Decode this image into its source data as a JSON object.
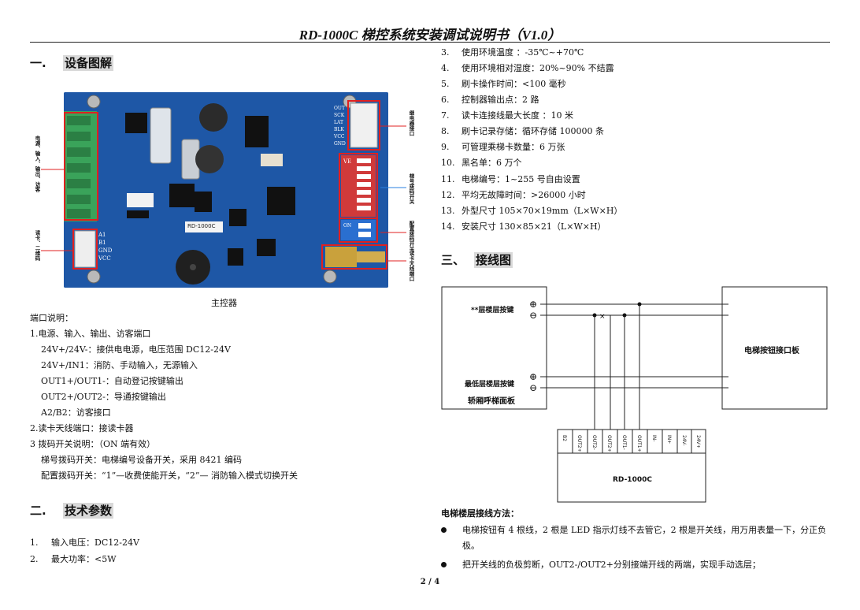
{
  "title": "RD-1000C 梯控系统安装调试说明书（V1.0）",
  "section1": {
    "num": "一.",
    "title": "设备图解"
  },
  "board": {
    "caption": "主控器",
    "left_label_top": "电源、输入、输出、访客",
    "left_label_bottom": "读卡、二维码",
    "right_label_1": "梯号拨码开关",
    "right_label_2": "配置拨码开关",
    "right_label_3": "读卡天线端口",
    "right_label_4": "继电器接口",
    "pins_left": [
      "A1",
      "B1",
      "GND",
      "VCC"
    ],
    "pins_right": [
      "OUT",
      "SCK",
      "LAT",
      "BLK",
      "VCC",
      "GND"
    ],
    "model_label": "RD-1000C",
    "dip_top": "VE",
    "dip_on": "ON"
  },
  "ports": {
    "heading": "端口说明：",
    "items": [
      "1.电源、输入、输出、访客端口",
      "24V+/24V-：接供电电源，电压范围 DC12-24V",
      "24V+/IN1：消防、手动输入，无源输入",
      "OUT1+/OUT1-：自动登记按键输出",
      "OUT2+/OUT2-：导通按键输出",
      "A2/B2：访客接口",
      "2.读卡天线端口：接读卡器",
      "3 拨码开关说明：（ON 端有效）",
      "梯号拨码开关：电梯编号设备开关，采用 8421 编码",
      "配置拨码开关：“1”—收费使能开关，“2”— 消防输入模式切换开关"
    ]
  },
  "section2": {
    "num": "二.",
    "title": "技术参数"
  },
  "specs_left": [
    {
      "n": "1.",
      "text": "输入电压：DC12-24V"
    },
    {
      "n": "2.",
      "text": "最大功率：<5W"
    }
  ],
  "specs_right": [
    {
      "n": "3.",
      "text": "使用环境温度  ：-35℃~+70℃"
    },
    {
      "n": "4.",
      "text": "使用环境相对湿度：20%~90% 不结露"
    },
    {
      "n": "5.",
      "text": "刷卡操作时间：<100 毫秒"
    },
    {
      "n": "6.",
      "text": "控制器输出点：2 路"
    },
    {
      "n": "7.",
      "text": "读卡连接线最大长度  ：10 米"
    },
    {
      "n": "8.",
      "text": "刷卡记录存储：循环存储 100000 条"
    },
    {
      "n": "9.",
      "text": "可管理乘梯卡数量：6 万张"
    },
    {
      "n": "10.",
      "text": "黑名单：6 万个"
    },
    {
      "n": "11.",
      "text": "电梯编号：1~255 号自由设置"
    },
    {
      "n": "12.",
      "text": "平均无故障时间：>26000 小时"
    },
    {
      "n": "13.",
      "text": "外型尺寸    105×70×19mm（L×W×H）"
    },
    {
      "n": "14.",
      "text": "安装尺寸    130×85×21（L×W×H）"
    }
  ],
  "section3": {
    "num": "三、",
    "title": "接线图"
  },
  "diagram": {
    "panel_top_label": "**层楼层按键",
    "panel_bottom_label": "最低层楼层按键",
    "panel_name": "轿厢呼梯面板",
    "right_box": "电梯按钮接口板",
    "controller": "RD-1000C",
    "plus": "⊕",
    "minus": "⊖",
    "terminals": [
      "B2",
      "OUT2+",
      "OUT2-",
      "OUT2+",
      "OUT1-",
      "OUT1+",
      "IN-",
      "IN+",
      "24V-",
      "24V+"
    ]
  },
  "wiring": {
    "heading": "电梯楼层接线方法：",
    "bullets": [
      "电梯按钮有 4 根线，2 根是 LED 指示灯线不去管它，2 根是开关线，用万用表量一下，分正负极。",
      "把开关线的负极剪断，OUT2-/OUT2+分别接端开线的两端，实现手动选层；"
    ]
  },
  "footer": "2 / 4"
}
